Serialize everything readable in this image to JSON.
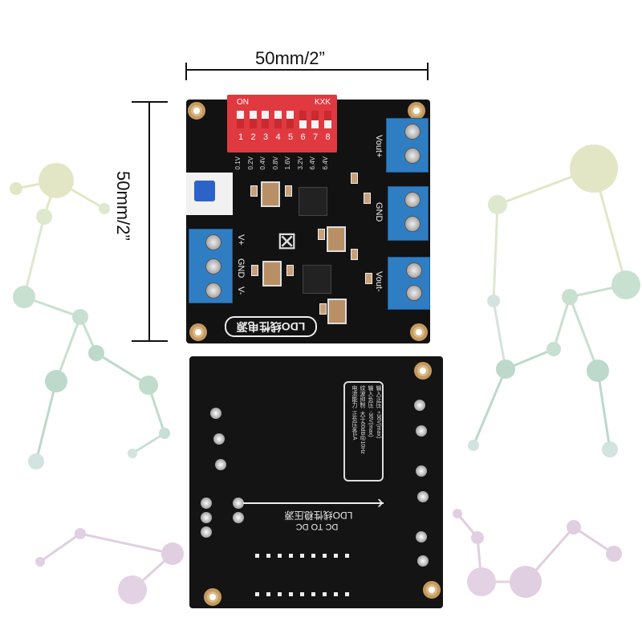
{
  "dimensions": {
    "width_label": "50mm/2”",
    "height_label": "50mm/2”"
  },
  "top_board": {
    "dip_switch": {
      "on_label": "ON",
      "brand_label": "KXK",
      "numbers": [
        "1",
        "2",
        "3",
        "4",
        "5",
        "6",
        "7",
        "8"
      ],
      "voltages": [
        "0.1V",
        "0.2V",
        "0.4V",
        "0.8V",
        "1.6V",
        "3.2V",
        "6.4V",
        "6.4V"
      ]
    },
    "left_terminal_labels": [
      "V+",
      "GND",
      "V-"
    ],
    "right_terminal_labels": [
      "Vout+",
      "GND",
      "Vout-"
    ],
    "title": "LDO线性电源"
  },
  "bottom_board": {
    "spec_lines": [
      "输入正压: +36V(max)",
      "输入负压: -36V(max)",
      "纹波抑制: 大于60dB@10Hz",
      "电流能力: 正负压各1A"
    ],
    "title": "LDO线性稳压源",
    "subtitle": "DC TO DC"
  },
  "colors": {
    "board": "#121212",
    "dip_switch": "#e0393f",
    "terminal": "#2f7ec4"
  }
}
